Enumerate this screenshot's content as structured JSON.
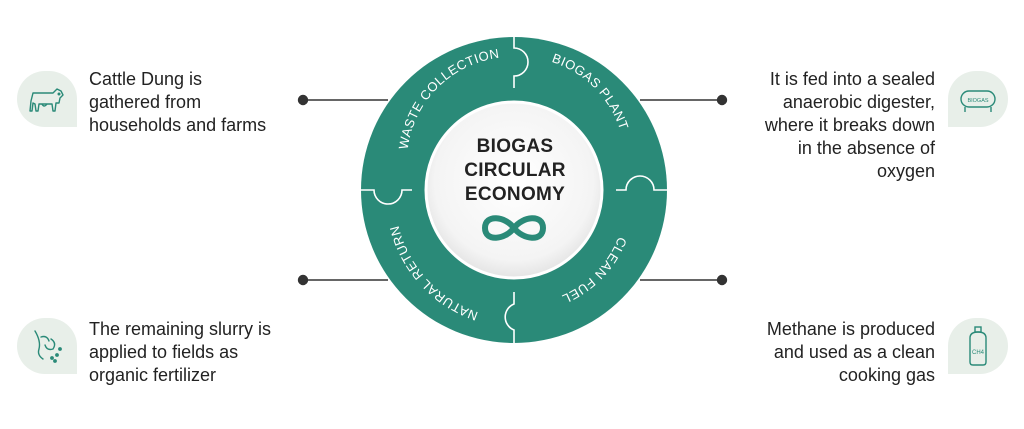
{
  "center": {
    "title": "BIOGAS\nCIRCULAR\nECONOMY"
  },
  "segments": {
    "top_left": "WASTE COLLECTION",
    "top_right": "BIOGAS PLANT",
    "bottom_right": "CLEAN FUEL",
    "bottom_left": "NATURAL RETURN"
  },
  "descriptions": {
    "top_left": "Cattle Dung is\ngathered from\nhouseholds and farms",
    "top_right": "It is fed into a sealed\nanaerobic digester,\nwhere it breaks down\nin the absence of\noxygen",
    "bottom_right": "Methane is produced\nand used as a clean\ncooking gas",
    "bottom_left": "The remaining slurry is\napplied to fields as\norganic fertilizer"
  },
  "icons": {
    "top_left": "cow-icon",
    "top_right": "biogas-tank-icon",
    "bottom_right": "ch4-cylinder-icon",
    "bottom_left": "fertilizer-icon",
    "center": "infinity-icon",
    "tank_label": "BIOGAS",
    "cylinder_label": "CH4"
  },
  "colors": {
    "ring": "#2a8a78",
    "icon_bg": "#e8efe9",
    "line": "#333333"
  }
}
